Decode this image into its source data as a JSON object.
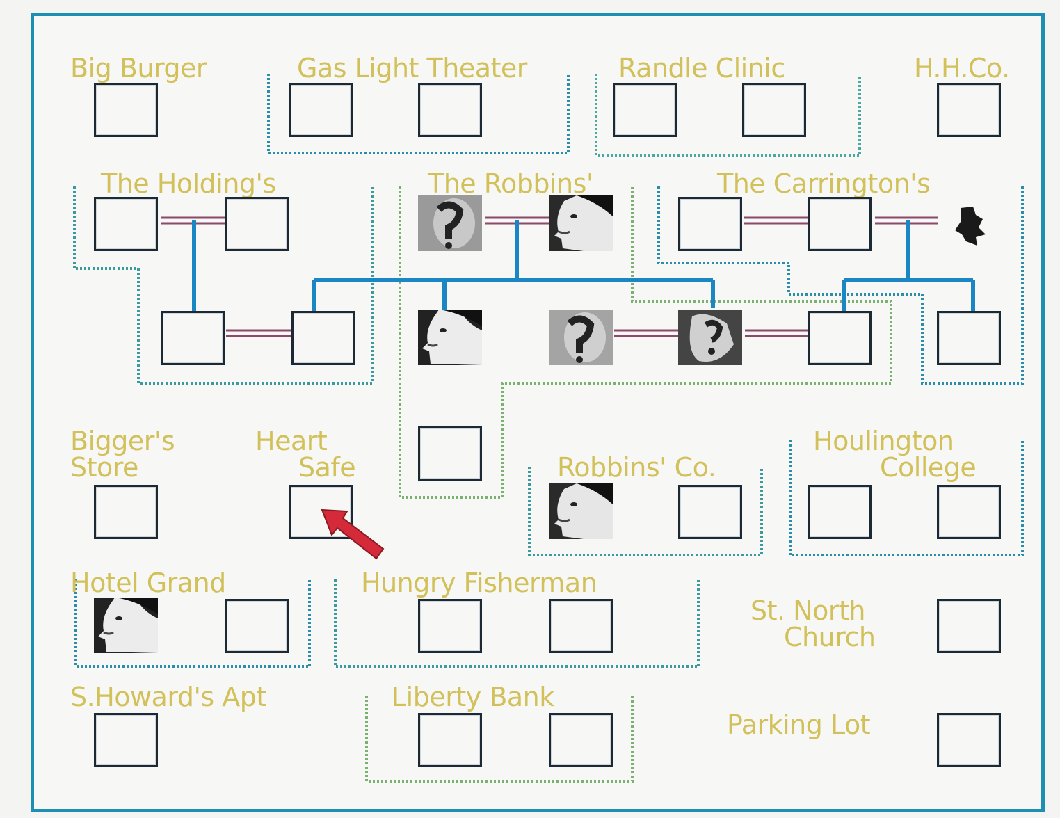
{
  "locations": {
    "big_burger": "Big Burger",
    "gaslight_theater": "Gas Light Theater",
    "randle_clinic": "Randle Clinic",
    "hh_co": "H.H.Co.",
    "the_holdings": "The Holding's",
    "the_robbins": "The Robbins'",
    "the_carringtons": "The Carrington's",
    "biggers_store_line1": "Bigger's",
    "biggers_store_line2": "Store",
    "heart_safe_line1": "Heart",
    "heart_safe_line2": "Safe",
    "robbins_co": "Robbins' Co.",
    "houlington_college_line1": "Houlington",
    "houlington_college_line2": "College",
    "hotel_grand": "Hotel Grand",
    "hungry_fisherman": "Hungry Fisherman",
    "st_north_church_line1": "St. North",
    "st_north_church_line2": "Church",
    "s_howards_apt": "S.Howard's Apt",
    "liberty_bank": "Liberty Bank",
    "parking_lot": "Parking Lot"
  },
  "colors": {
    "frame": "#1d8fb3",
    "label": "#d2c15a",
    "slot_border": "#1e2a33",
    "marriage_line": "#8a4a6a",
    "parent_line": "#1b86c4",
    "cursor": "#d42a3a"
  },
  "icons": {
    "cursor": "red-arrow-pointer-icon",
    "portrait": "face-portrait-icon",
    "unknown_portrait": "question-face-icon"
  }
}
